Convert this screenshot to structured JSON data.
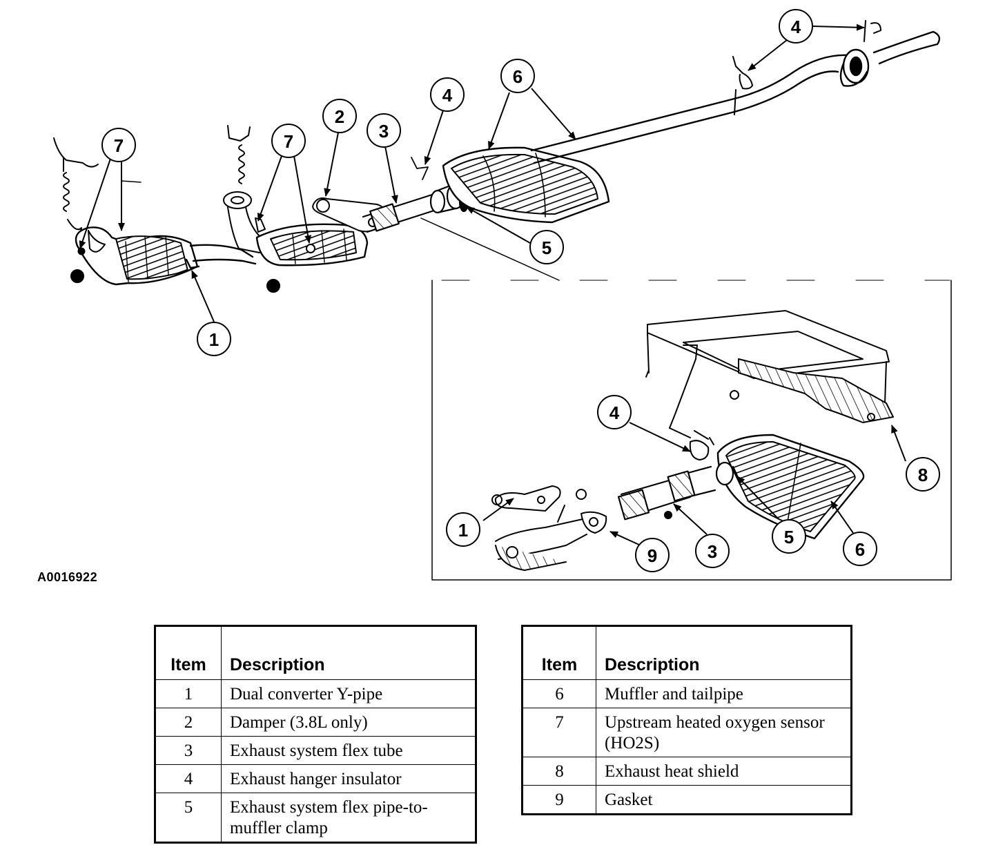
{
  "figure_code": "A0016922",
  "callouts": {
    "c1": "1",
    "c2": "2",
    "c3": "3",
    "c4": "4",
    "c5": "5",
    "c6": "6",
    "c7": "7",
    "c8": "8",
    "c9": "9"
  },
  "legend_left": {
    "header_item": "Item",
    "header_desc": "Description",
    "rows": [
      {
        "item": "1",
        "desc": "Dual converter Y-pipe"
      },
      {
        "item": "2",
        "desc": "Damper (3.8L only)"
      },
      {
        "item": "3",
        "desc": "Exhaust system flex tube"
      },
      {
        "item": "4",
        "desc": "Exhaust hanger insulator"
      },
      {
        "item": "5",
        "desc": "Exhaust system flex pipe-to-muffler clamp"
      }
    ]
  },
  "legend_right": {
    "header_item": "Item",
    "header_desc": "Description",
    "rows": [
      {
        "item": "6",
        "desc": "Muffler and tailpipe"
      },
      {
        "item": "7",
        "desc": "Upstream heated oxygen sensor (HO2S)"
      },
      {
        "item": "8",
        "desc": "Exhaust heat shield"
      },
      {
        "item": "9",
        "desc": "Gasket"
      }
    ]
  }
}
